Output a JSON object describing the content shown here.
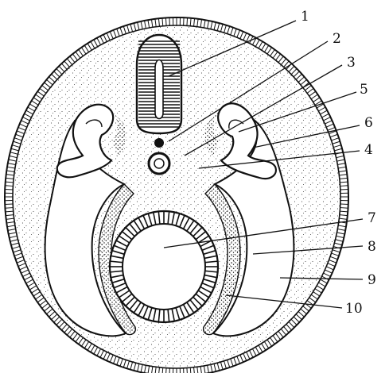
{
  "labels": [
    {
      "id": "1",
      "text": "1"
    },
    {
      "id": "2",
      "text": "2"
    },
    {
      "id": "3",
      "text": "3"
    },
    {
      "id": "4",
      "text": "4"
    },
    {
      "id": "5",
      "text": "5"
    },
    {
      "id": "6",
      "text": "6"
    },
    {
      "id": "7",
      "text": "7"
    },
    {
      "id": "8",
      "text": "8"
    },
    {
      "id": "9",
      "text": "9"
    },
    {
      "id": "10",
      "text": "10"
    }
  ],
  "colors": {
    "ink": "#111111",
    "stipple": "#222222",
    "background": "#ffffff"
  }
}
